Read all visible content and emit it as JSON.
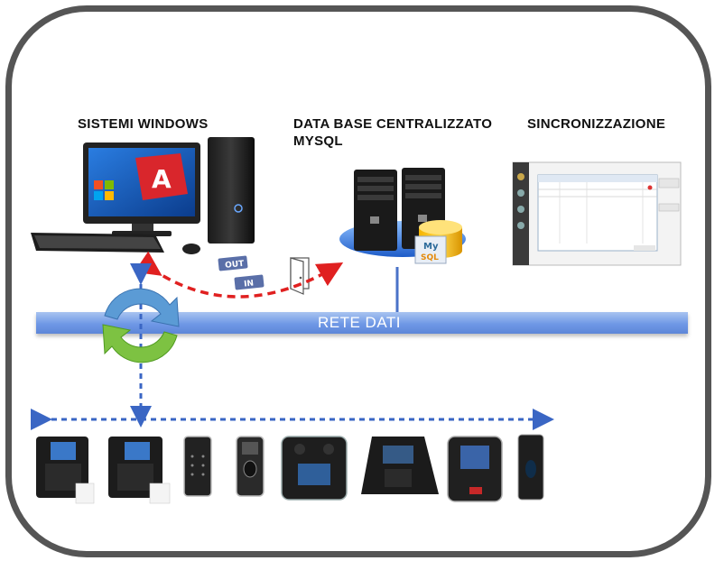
{
  "labels": {
    "windows": "SISTEMI WINDOWS",
    "database_line1": "DATA BASE CENTRALIZZATO",
    "database_line2": "MYSQL",
    "sync": "SINCRONIZZAZIONE",
    "network": "RETE DATI"
  },
  "badges": {
    "out": "OUT",
    "in": "IN",
    "mysql_my": "My",
    "mysql_sql": "SQL"
  },
  "colors": {
    "frame": "#555555",
    "network_bar": "#6f98e6",
    "red_arrow": "#e02020",
    "blue_arrow": "#3a66c4",
    "sync_blue": "#5b9bd5",
    "sync_green": "#7dc242"
  },
  "icons": [
    "computer-icon",
    "server-icon",
    "software-screenshot-icon",
    "door-icon",
    "sync-icon",
    "terminal-device-icon"
  ]
}
